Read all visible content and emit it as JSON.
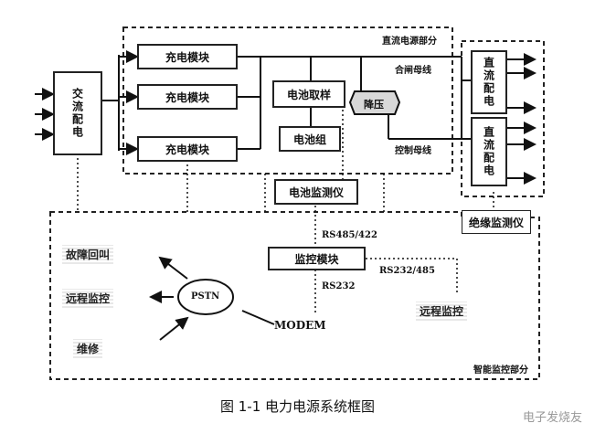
{
  "ac_distribution": "交流配电",
  "dc_power_section": "直流电源部分",
  "charger_modules": [
    "充电模块",
    "充电模块",
    "充电模块"
  ],
  "battery_sampling": "电池取样",
  "battery_pack": "电池组",
  "voltage_regulator": "降压",
  "closing_bus": "合闸母线",
  "control_bus": "控制母线",
  "dc_feeders": [
    "直流配电",
    "直流配电"
  ],
  "battery_monitor": "电池监测仪",
  "insulation_monitor": "绝缘监测仪",
  "rs485_422": "RS485/422",
  "monitoring_module": "监控模块",
  "rs232": "RS232",
  "rs232_485": "RS232/485",
  "pstn": "PSTN",
  "modem": "MODEM",
  "fault_callback": "故障回叫",
  "remote_monitoring_left": "远程监控",
  "maintenance": "维修",
  "remote_monitoring_right": "远程监控",
  "monitoring_section": "智能监控部分",
  "caption": "图 1-1 电力电源系统框图",
  "watermark": "电子发烧友"
}
